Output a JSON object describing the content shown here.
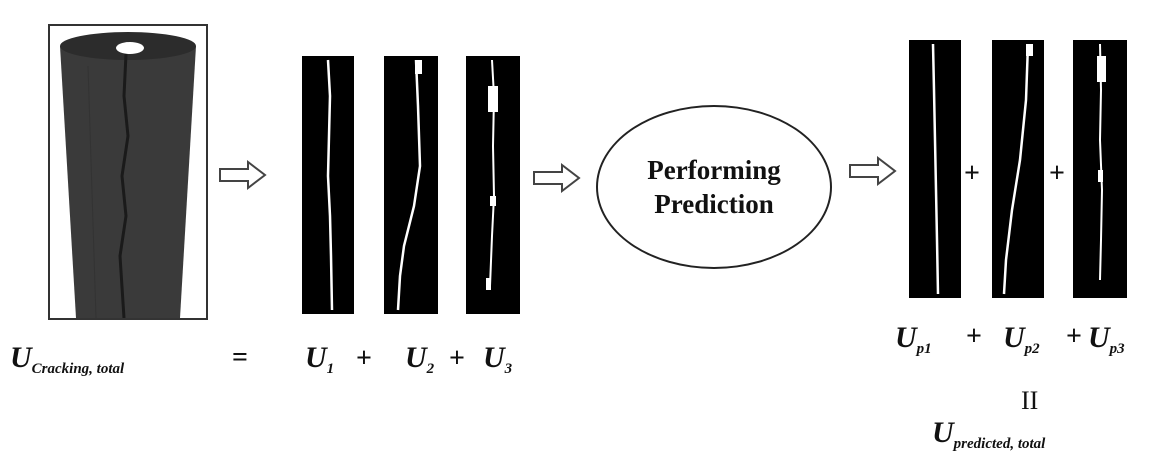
{
  "inputs": {
    "total_label": {
      "base": "U",
      "sub": "Cracking, total"
    },
    "equals": "=",
    "components": [
      {
        "base": "U",
        "sub": "1"
      },
      {
        "base": "U",
        "sub": "2"
      },
      {
        "base": "U",
        "sub": "3"
      }
    ],
    "plus": "+"
  },
  "process": {
    "line1": "Performing",
    "line2": "Prediction"
  },
  "outputs": {
    "components": [
      {
        "base": "U",
        "sub": "p1"
      },
      {
        "base": "U",
        "sub": "p2"
      },
      {
        "base": "U",
        "sub": "p3"
      }
    ],
    "plus": "+",
    "equals": "II",
    "total_label": {
      "base": "U",
      "sub": "predicted, total"
    }
  },
  "colors": {
    "strip_background": "#000000",
    "crack": "#ffffff",
    "sample": "#3a3a3a"
  },
  "icons": [
    "right-arrow-icon"
  ]
}
